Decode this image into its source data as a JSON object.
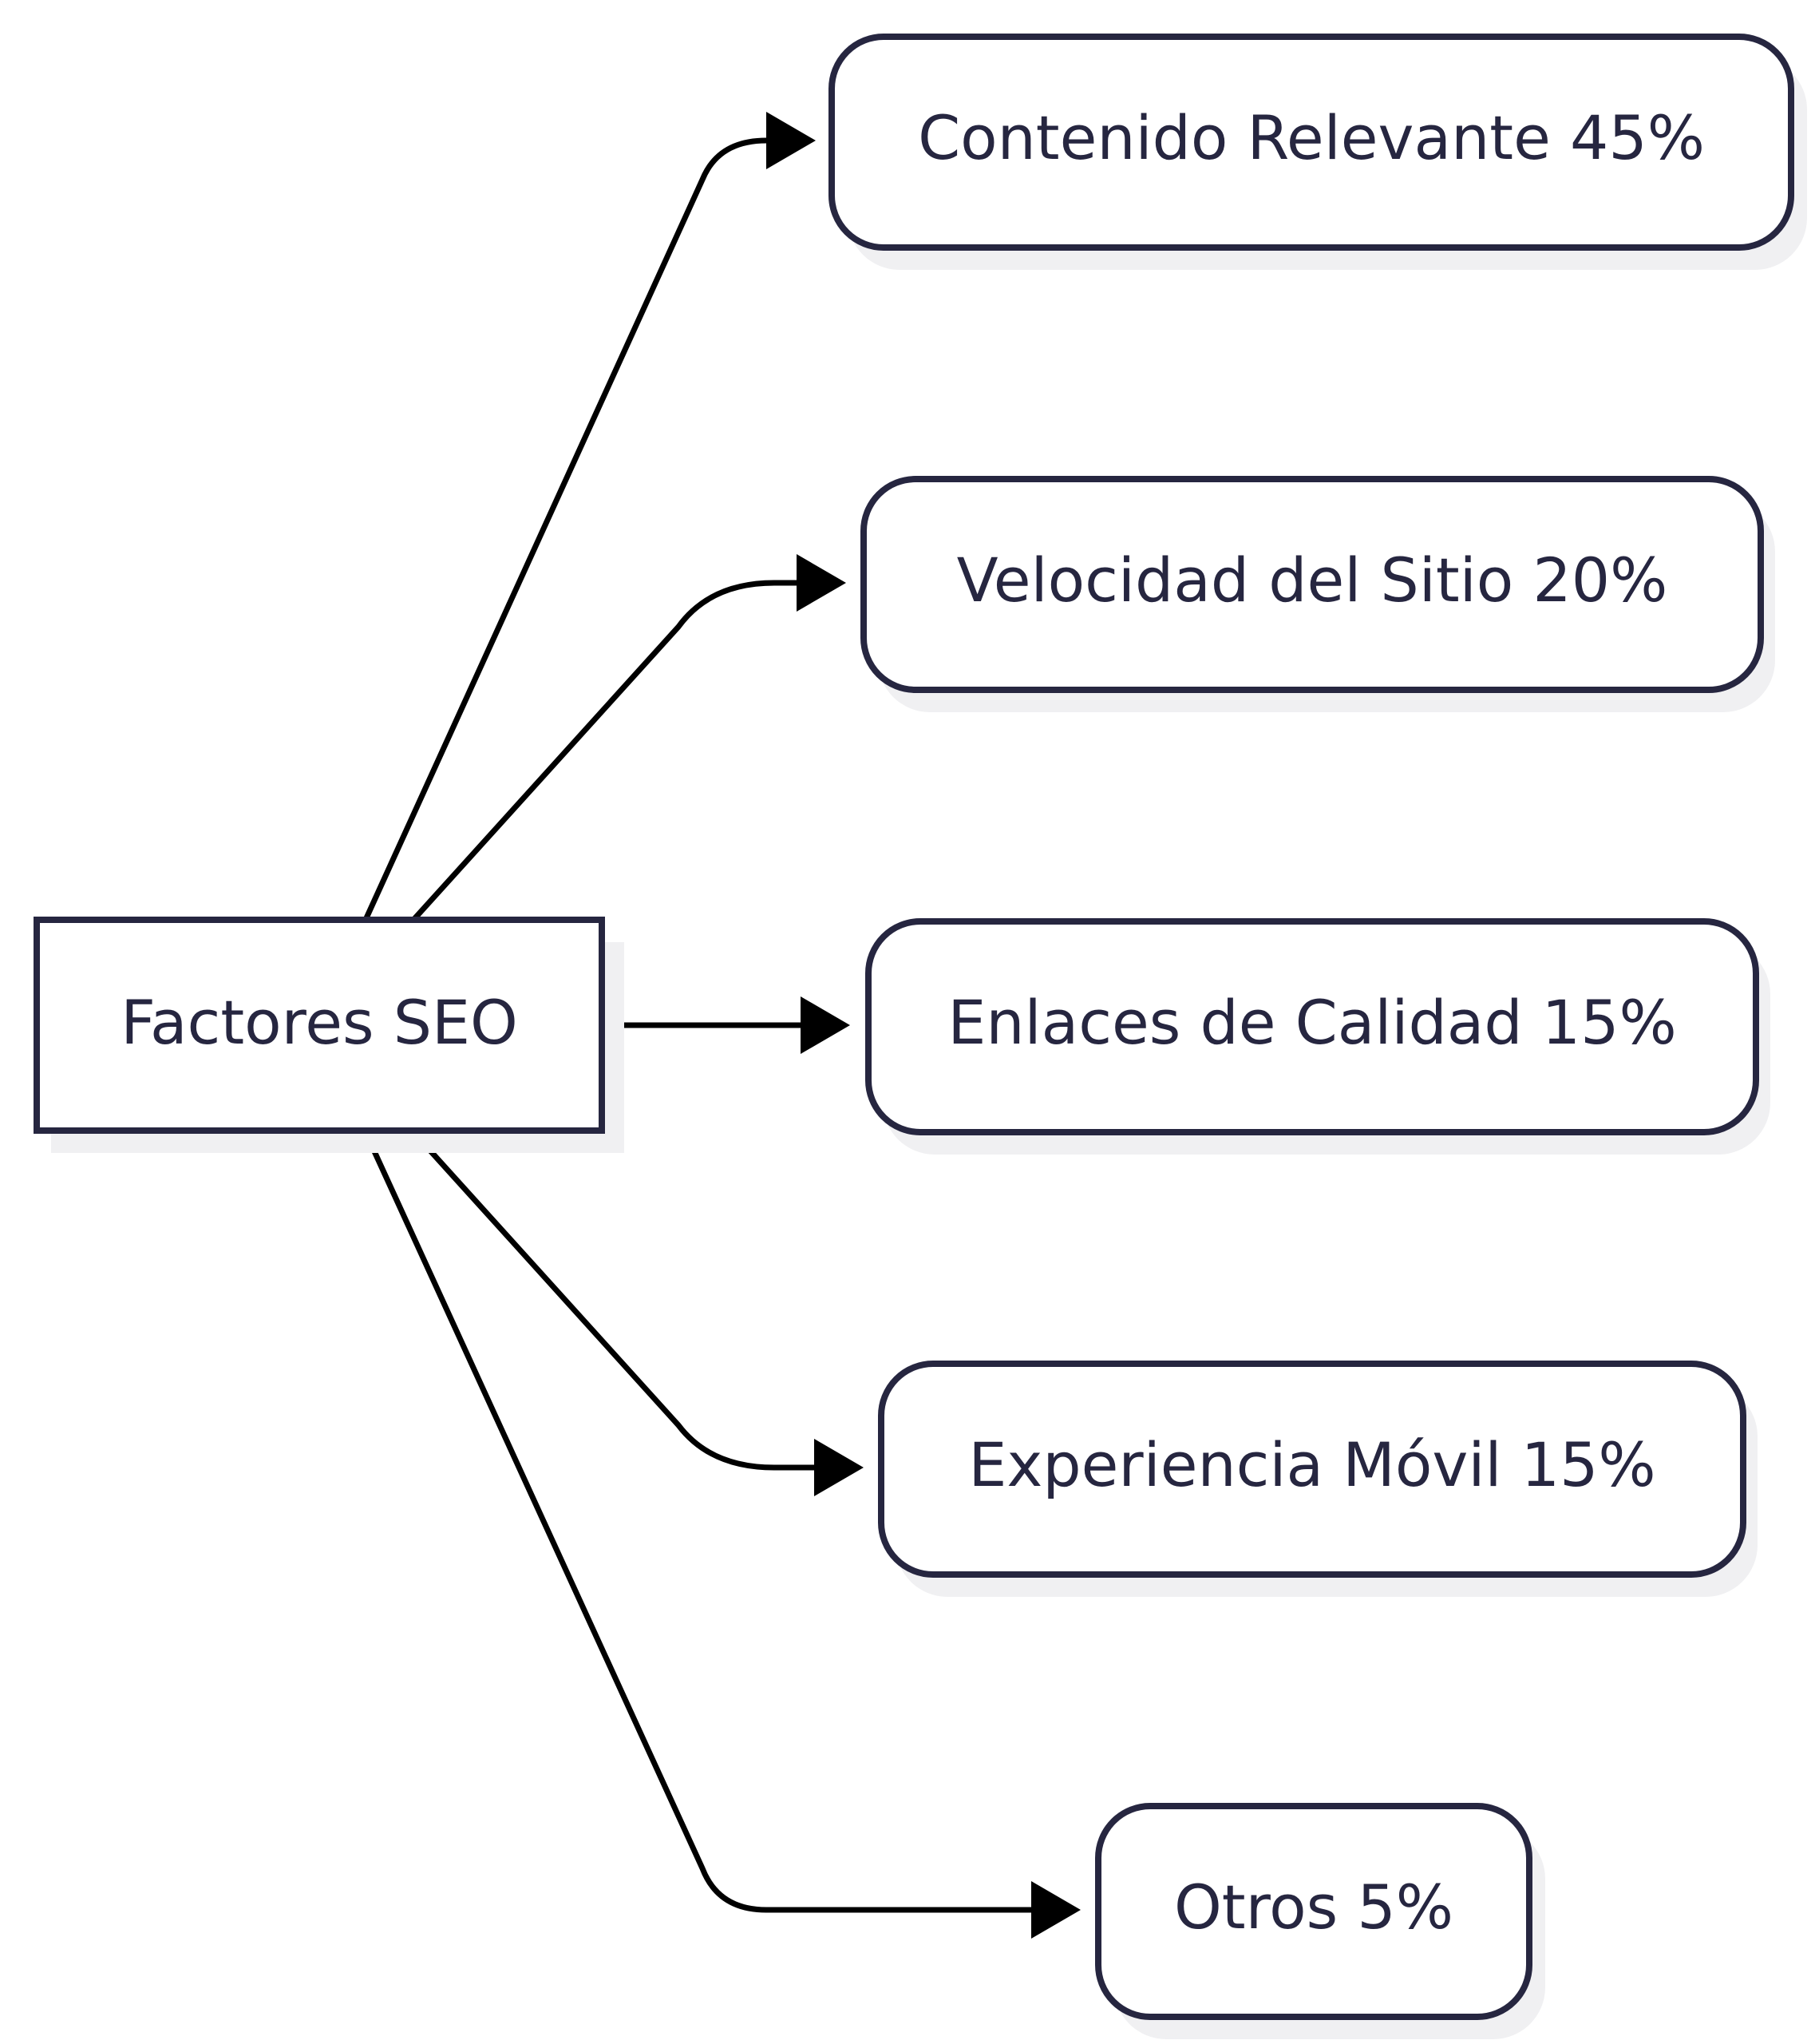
{
  "diagram": {
    "root": {
      "label": "Factores SEO"
    },
    "children": [
      {
        "id": "contenido",
        "label": "Contenido Relevante 45%"
      },
      {
        "id": "velocidad",
        "label": "Velocidad del Sitio 20%"
      },
      {
        "id": "enlaces",
        "label": "Enlaces de Calidad 15%"
      },
      {
        "id": "movil",
        "label": "Experiencia Móvil 15%"
      },
      {
        "id": "otros",
        "label": "Otros 5%"
      }
    ],
    "colors": {
      "node_border": "#262640",
      "node_text": "#262640",
      "edge": "#000000",
      "shadow": "#f0f0f2",
      "background": "#ffffff"
    }
  }
}
